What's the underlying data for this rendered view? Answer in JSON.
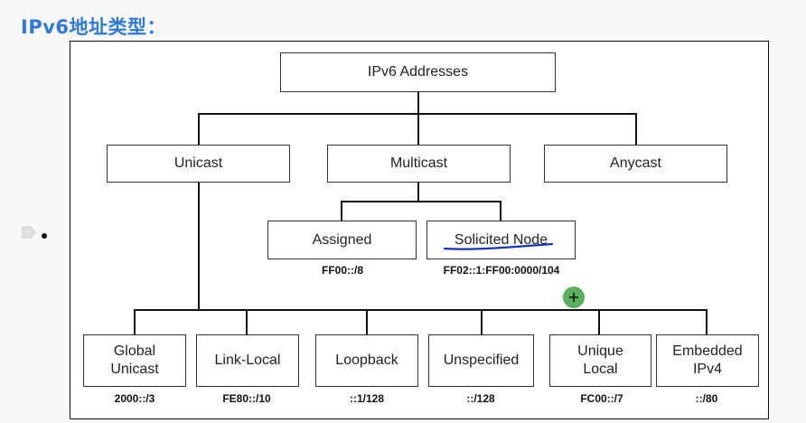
{
  "page": {
    "title": "IPv6地址类型："
  },
  "diagram": {
    "root": "IPv6 Addresses",
    "categories": {
      "unicast": "Unicast",
      "multicast": "Multicast",
      "anycast": "Anycast"
    },
    "multicast_types": [
      {
        "label": "Assigned",
        "range": "FF00::/8"
      },
      {
        "label": "Solicited Node",
        "range": "FF02::1:FF00:0000/104"
      }
    ],
    "unicast_types": [
      {
        "label": "Global\nUnicast",
        "range": "2000::/3"
      },
      {
        "label": "Link-Local",
        "range": "FE80::/10"
      },
      {
        "label": "Loopback",
        "range": "::1/128"
      },
      {
        "label": "Unspecified",
        "range": "::/128"
      },
      {
        "label": "Unique\nLocal",
        "range": "FC00::/7"
      },
      {
        "label": "Embedded\nIPv4",
        "range": "::/80"
      }
    ]
  },
  "overlays": {
    "add_icon": "+",
    "underline_color": "#1a33b8",
    "add_button_color": "#5aae5d",
    "title_color": "#2f79d8"
  }
}
